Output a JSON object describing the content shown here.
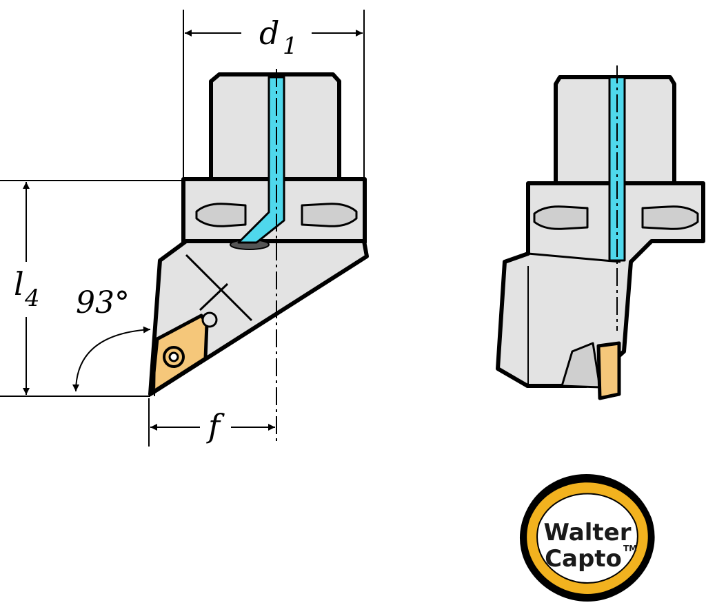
{
  "dimensions": {
    "d1_main": "d",
    "d1_sub": "1",
    "l4_main": "l",
    "l4_sub": "4",
    "f": "f",
    "angle": "93°"
  },
  "logo": {
    "line1": "Walter",
    "line2": "Capto",
    "trademark": "TM"
  },
  "colors": {
    "body": "#e3e3e3",
    "coolant": "#4fd8ec",
    "insert": "#f5c77a",
    "logo_ring": "#f2b21f",
    "outline": "#000000"
  }
}
